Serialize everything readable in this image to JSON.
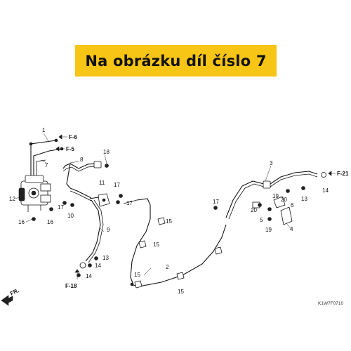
{
  "banner": {
    "text": "Na obrázku díl číslo 7",
    "color": "#f7c515"
  },
  "diagram_code": "K1W7F0710",
  "refs": {
    "f6": "F-6",
    "f5": "F-5",
    "f21": "F-21",
    "f18": "F-18",
    "fr": "FR."
  },
  "callouts": [
    "1",
    "7",
    "8",
    "18",
    "12",
    "16",
    "16",
    "17",
    "10",
    "11",
    "17",
    "17",
    "9",
    "13",
    "14",
    "14",
    "15",
    "15",
    "15",
    "2",
    "15",
    "3",
    "14",
    "13",
    "20",
    "19",
    "6",
    "17",
    "20",
    "5",
    "19",
    "4"
  ]
}
